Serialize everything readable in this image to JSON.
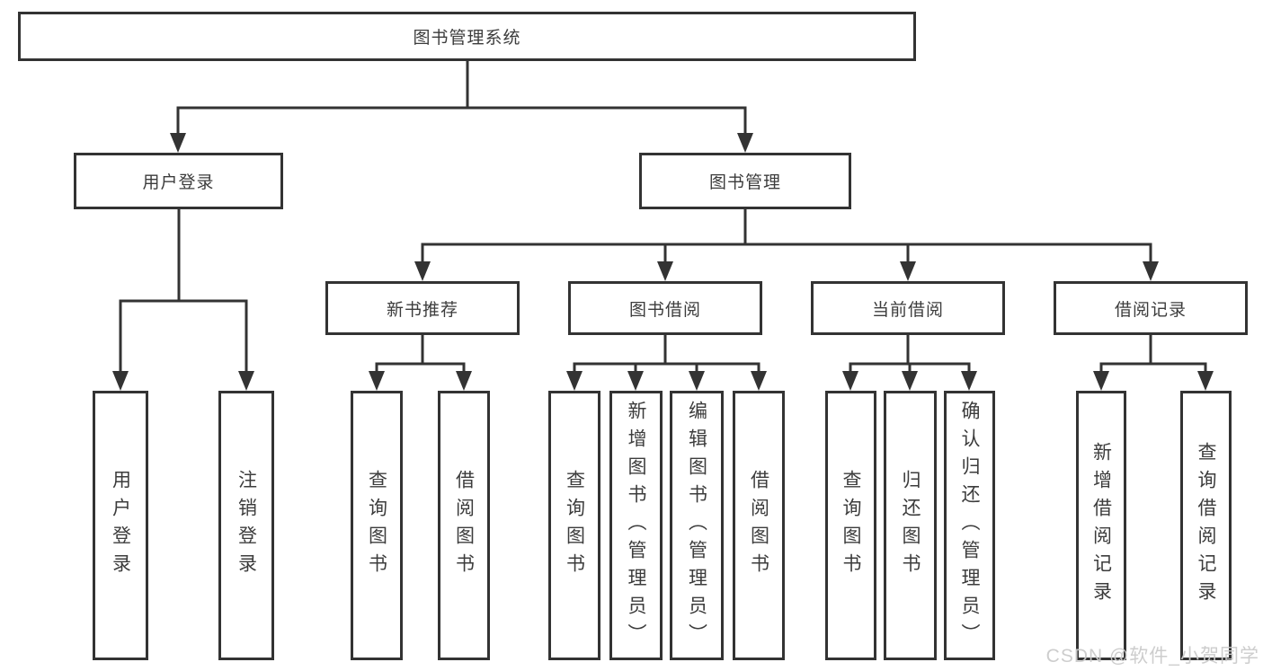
{
  "title": "图书管理系统",
  "level2": {
    "user_login": "用户登录",
    "book_management": "图书管理"
  },
  "level3": {
    "new_book_recommend": "新书推荐",
    "book_borrowing": "图书借阅",
    "current_borrowing": "当前借阅",
    "borrowing_records": "借阅记录"
  },
  "leaves": {
    "user_login": [
      "用户登录",
      "注销登录"
    ],
    "new_book_recommend": [
      "查询图书",
      "借阅图书"
    ],
    "book_borrowing": [
      "查询图书",
      "新增图书（管理员）",
      "编辑图书（管理员）",
      "借阅图书"
    ],
    "current_borrowing": [
      "查询图书",
      "归还图书",
      "确认归还（管理员）"
    ],
    "borrowing_records": [
      "新增借阅记录",
      "查询借阅记录"
    ]
  },
  "watermark": "CSDN @软件_小贺同学",
  "colors": {
    "line": "#333333",
    "text": "#3c3c3c",
    "background": "#ffffff",
    "watermark": "#cbcbcb"
  }
}
